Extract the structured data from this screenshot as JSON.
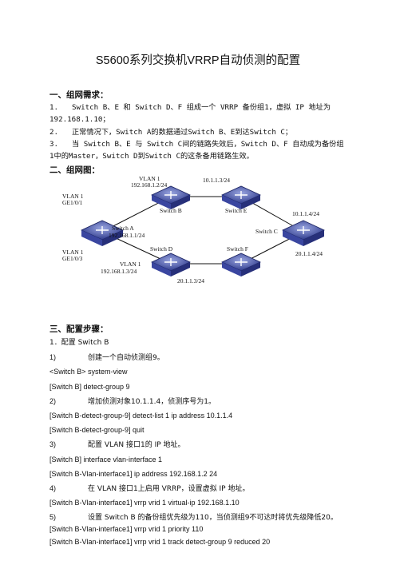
{
  "title": "S5600系列交换机VRRP自动侦测的配置",
  "sections": {
    "requirements": "一、组网需求：",
    "diagram": "二、组网图：",
    "steps": "三、配置步骤："
  },
  "requirements": [
    {
      "num": "1.",
      "text": "Switch B、E 和 Switch D、F 组成一个 VRRP 备份组1，虚拟 IP 地址为 192.168.1.10；"
    },
    {
      "num": "2.",
      "text": "正常情况下，Switch A的数据通过Switch B、E到达Switch C；"
    },
    {
      "num": "3.",
      "text": "当 Switch B、E 与 Switch C间的链路失效后，Switch D、F 自动成为备份组1中的Master，Switch D到Switch C的这条备用链路生效。"
    }
  ],
  "diagram_labels": {
    "vlan1_top": "VLAN 1",
    "ip_b": "192.168.1.2/24",
    "ip_b_e": "10.1.1.3/24",
    "vlan1_left": "VLAN 1",
    "ge_top": "GE1/0/1",
    "switch_b": "Switch B",
    "switch_e": "Switch E",
    "ip_c_top": "10.1.1.4/24",
    "switch_a": "Switch A",
    "ip_a": "192.168.1.1/24",
    "switch_c": "Switch C",
    "switch_d": "Switch D",
    "switch_f": "Switch F",
    "vlan1_left2": "VLAN 1",
    "ge_bottom": "GE1/0/3",
    "vlan1_bottom": "VLAN 1",
    "ip_d": "192.168.1.3/24",
    "ip_d_f": "20.1.1.3/24",
    "ip_c_bottom": "20.1.1.4/24"
  },
  "steps": [
    {
      "text": "1．配置 Switch B"
    },
    {
      "num": "1)",
      "text": "创建一个自动侦测组9。"
    },
    {
      "text": "<Switch B> system-view"
    },
    {
      "text": "[Switch B] detect-group 9"
    },
    {
      "num": "2)",
      "text": "增加侦测对象10.1.1.4，侦测序号为1。"
    },
    {
      "text": "[Switch B-detect-group-9] detect-list 1 ip address 10.1.1.4"
    },
    {
      "text": "[Switch B-detect-group-9] quit"
    },
    {
      "num": "3)",
      "text": "配置 VLAN 接口1的 IP 地址。"
    },
    {
      "text": "[Switch B] interface vlan-interface 1"
    },
    {
      "text": "[Switch B-Vlan-interface1] ip address 192.168.1.2 24"
    },
    {
      "num": "4)",
      "text": "在 VLAN 接口1上启用 VRRP，设置虚拟 IP 地址。"
    },
    {
      "text": "[Switch B-Vlan-interface1] vrrp vrid 1 virtual-ip 192.168.1.10"
    },
    {
      "num": "5)",
      "text": "设置 Switch B 的备份组优先级为110，当侦测组9不可达时将优先级降低20。"
    },
    {
      "text": "[Switch B-Vlan-interface1] vrrp vrid 1 priority 110"
    },
    {
      "text": "[Switch B-Vlan-interface1] vrrp vrid 1 track detect-group 9 reduced 20"
    }
  ]
}
